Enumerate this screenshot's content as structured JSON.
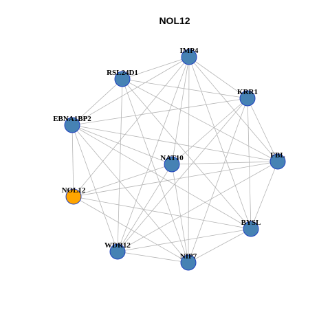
{
  "graph": {
    "title": "NOL12",
    "colors": {
      "node": "#4682b4",
      "highlight": "#ffa500",
      "edge": "#b4b4b4",
      "node_border": "#1f3fbf"
    },
    "nodes": [
      {
        "id": "IMP4",
        "label": "IMP4",
        "highlight": false
      },
      {
        "id": "RSL24D1",
        "label": "RSL24D1",
        "highlight": false
      },
      {
        "id": "KRR1",
        "label": "KRR1",
        "highlight": false
      },
      {
        "id": "EBNA1BP2",
        "label": "EBNA1BP2",
        "highlight": false
      },
      {
        "id": "NAT10",
        "label": "NAT10",
        "highlight": false
      },
      {
        "id": "FBL",
        "label": "FBL",
        "highlight": false
      },
      {
        "id": "NOL12",
        "label": "NOL12",
        "highlight": true
      },
      {
        "id": "BYSL",
        "label": "BYSL",
        "highlight": false
      },
      {
        "id": "WDR12",
        "label": "WDR12",
        "highlight": false
      },
      {
        "id": "NIP7",
        "label": "NIP7",
        "highlight": false
      }
    ],
    "edges": [
      [
        "IMP4",
        "RSL24D1"
      ],
      [
        "IMP4",
        "KRR1"
      ],
      [
        "IMP4",
        "EBNA1BP2"
      ],
      [
        "IMP4",
        "NAT10"
      ],
      [
        "IMP4",
        "FBL"
      ],
      [
        "IMP4",
        "BYSL"
      ],
      [
        "IMP4",
        "NIP7"
      ],
      [
        "IMP4",
        "WDR12"
      ],
      [
        "IMP4",
        "NOL12"
      ],
      [
        "RSL24D1",
        "KRR1"
      ],
      [
        "RSL24D1",
        "FBL"
      ],
      [
        "RSL24D1",
        "BYSL"
      ],
      [
        "RSL24D1",
        "NIP7"
      ],
      [
        "RSL24D1",
        "WDR12"
      ],
      [
        "RSL24D1",
        "EBNA1BP2"
      ],
      [
        "KRR1",
        "EBNA1BP2"
      ],
      [
        "KRR1",
        "FBL"
      ],
      [
        "KRR1",
        "BYSL"
      ],
      [
        "KRR1",
        "NIP7"
      ],
      [
        "KRR1",
        "WDR12"
      ],
      [
        "KRR1",
        "NAT10"
      ],
      [
        "EBNA1BP2",
        "NAT10"
      ],
      [
        "EBNA1BP2",
        "FBL"
      ],
      [
        "EBNA1BP2",
        "BYSL"
      ],
      [
        "EBNA1BP2",
        "NIP7"
      ],
      [
        "EBNA1BP2",
        "WDR12"
      ],
      [
        "EBNA1BP2",
        "NOL12"
      ],
      [
        "NAT10",
        "FBL"
      ],
      [
        "NAT10",
        "NIP7"
      ],
      [
        "NAT10",
        "WDR12"
      ],
      [
        "NAT10",
        "NOL12"
      ],
      [
        "FBL",
        "NOL12"
      ],
      [
        "FBL",
        "WDR12"
      ],
      [
        "FBL",
        "BYSL"
      ],
      [
        "NOL12",
        "BYSL"
      ],
      [
        "NOL12",
        "NIP7"
      ],
      [
        "BYSL",
        "WDR12"
      ],
      [
        "BYSL",
        "NIP7"
      ],
      [
        "WDR12",
        "NIP7"
      ]
    ]
  }
}
